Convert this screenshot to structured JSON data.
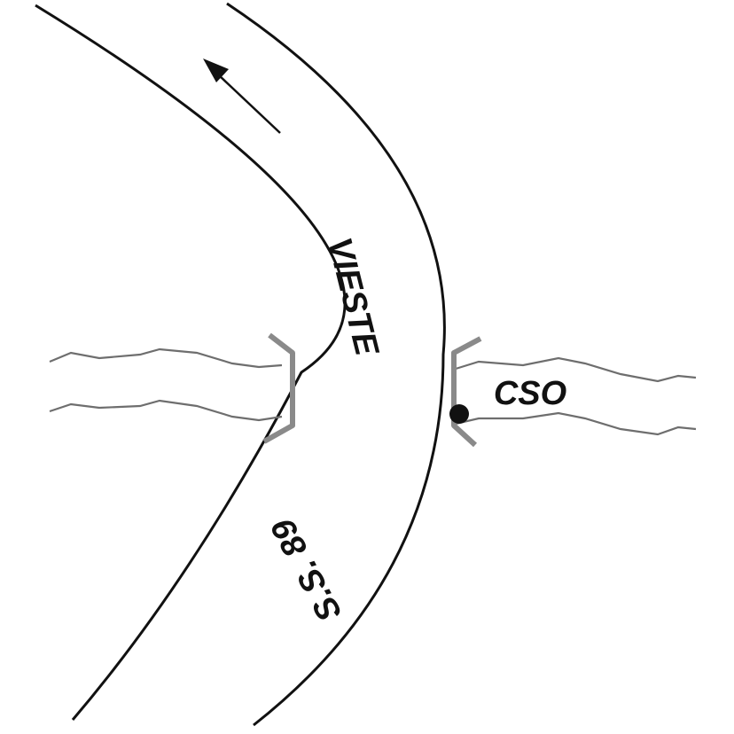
{
  "road": {
    "name": "VIESTE",
    "code": "S.S. 89"
  },
  "outlet": {
    "label": "CSO"
  },
  "direction_arrow": {
    "icon": "arrow-up-left-icon"
  },
  "colors": {
    "road_edge": "#111111",
    "river_bank": "#6e6e6e",
    "bridge": "#8a8a8a"
  }
}
